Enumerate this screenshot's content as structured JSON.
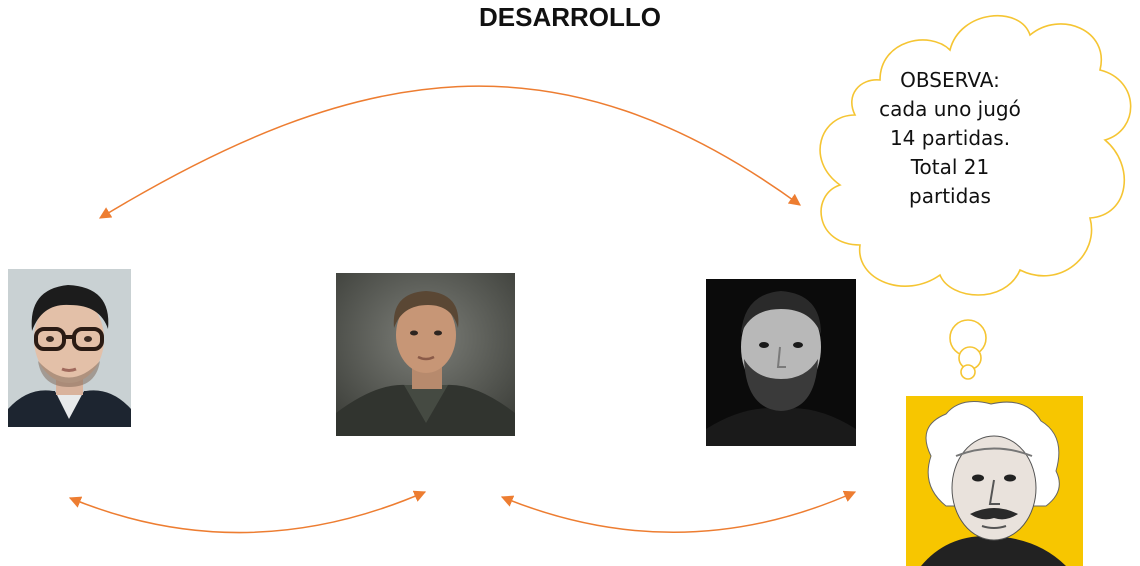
{
  "title": "DESARROLLO",
  "thought_bubble": {
    "lines": [
      "OBSERVA:",
      "cada uno jugó",
      "14 partidas.",
      "Total 21",
      "partidas"
    ],
    "border_color": "#F5C533"
  },
  "players": [
    {
      "id": "player-1",
      "icon": "man-with-glasses-photo"
    },
    {
      "id": "player-2",
      "icon": "man-in-dark-shirt-photo"
    },
    {
      "id": "player-3",
      "icon": "bearded-man-bw-photo"
    },
    {
      "id": "player-4",
      "icon": "einstein-photo",
      "background": "#F7C600"
    }
  ],
  "arrow_color": "#ED7D31"
}
